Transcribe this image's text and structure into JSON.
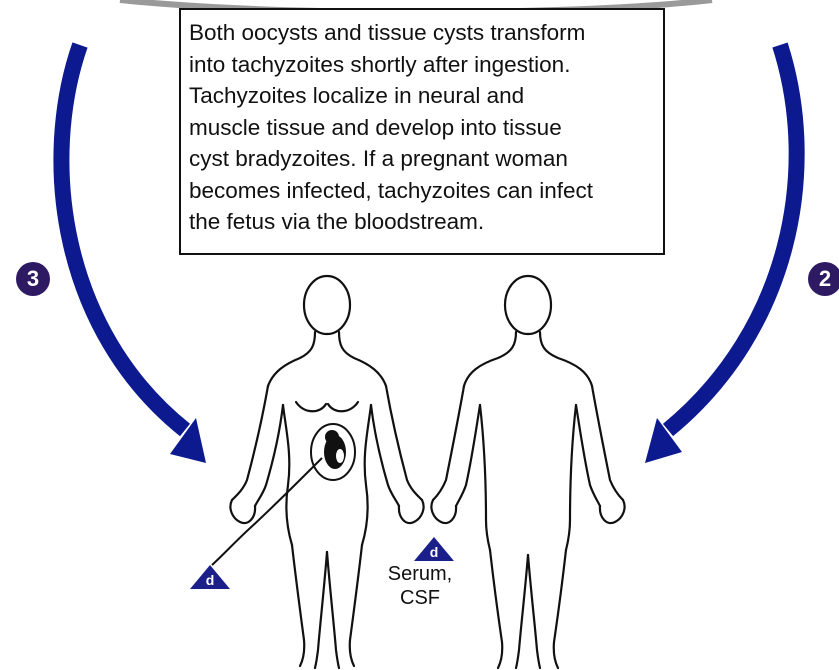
{
  "caption": {
    "lines": [
      "Both oocysts and tissue cysts transform",
      "into tachyzoites shortly after ingestion.",
      "Tachyzoites localize in neural and",
      "muscle tissue and develop into tissue",
      "cyst bradyzoites. If a pregnant woman",
      "becomes infected, tachyzoites can infect",
      "the fetus via the bloodstream."
    ]
  },
  "steps": {
    "left": "3",
    "right": "2"
  },
  "diagnostic_markers": {
    "fetus_marker": "d",
    "adult_marker": "d"
  },
  "specimen_label": {
    "line1": "Serum,",
    "line2": "CSF"
  },
  "colors": {
    "arrow": "#0d1a8f",
    "step_badge": "#2e1a63",
    "diagnostic_marker": "#1a1f8a",
    "outline": "#111111"
  }
}
